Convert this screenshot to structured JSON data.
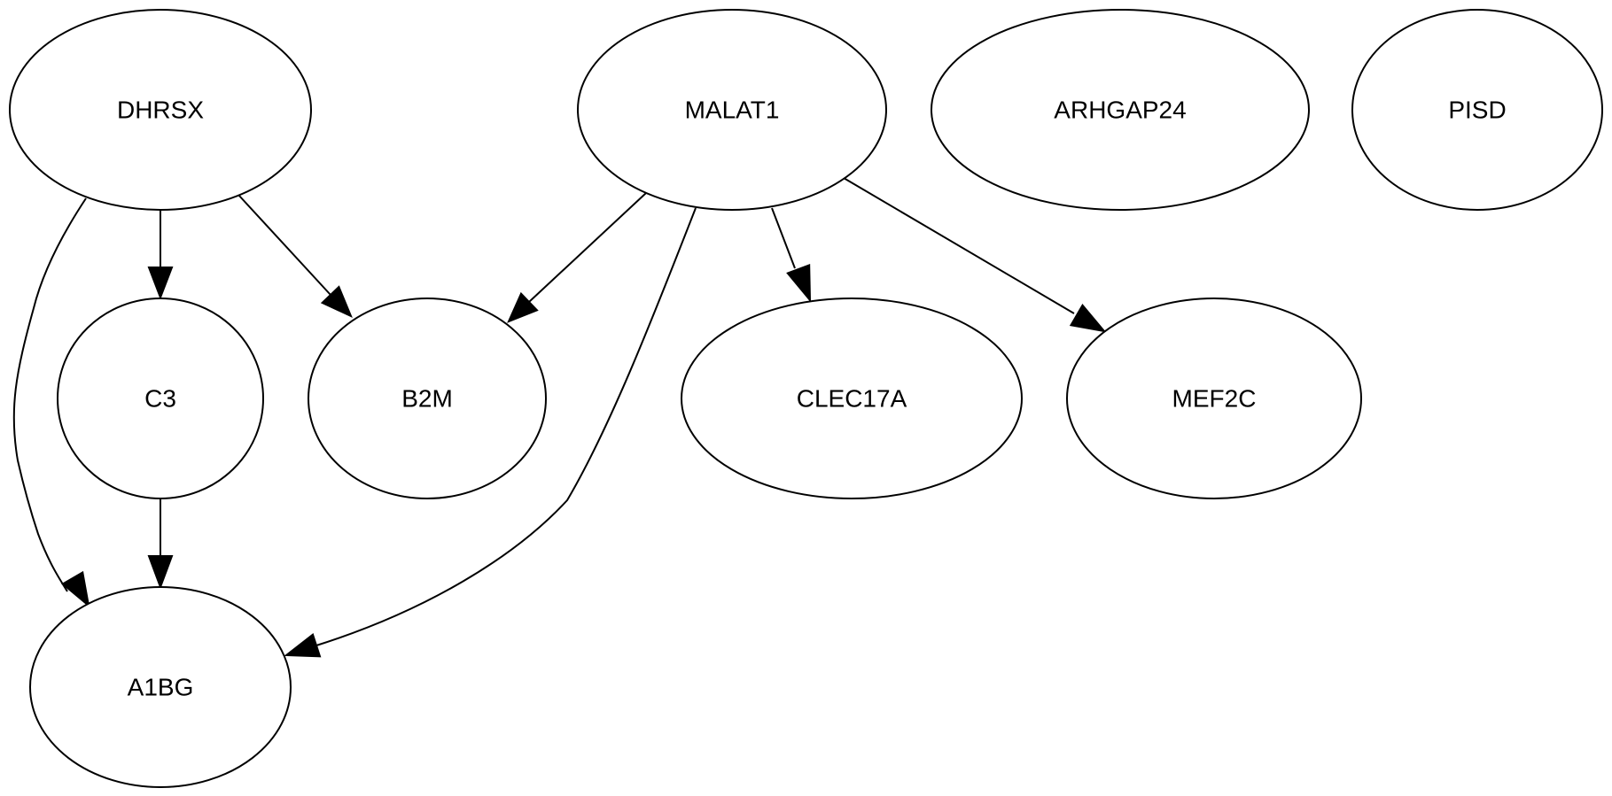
{
  "graph": {
    "type": "directed-graph",
    "nodes": [
      {
        "id": "DHRSX",
        "label": "DHRSX"
      },
      {
        "id": "MALAT1",
        "label": "MALAT1"
      },
      {
        "id": "ARHGAP24",
        "label": "ARHGAP24"
      },
      {
        "id": "PISD",
        "label": "PISD"
      },
      {
        "id": "C3",
        "label": "C3"
      },
      {
        "id": "B2M",
        "label": "B2M"
      },
      {
        "id": "CLEC17A",
        "label": "CLEC17A"
      },
      {
        "id": "MEF2C",
        "label": "MEF2C"
      },
      {
        "id": "A1BG",
        "label": "A1BG"
      }
    ],
    "edges": [
      {
        "from": "DHRSX",
        "to": "C3"
      },
      {
        "from": "DHRSX",
        "to": "B2M"
      },
      {
        "from": "DHRSX",
        "to": "A1BG"
      },
      {
        "from": "MALAT1",
        "to": "B2M"
      },
      {
        "from": "MALAT1",
        "to": "A1BG"
      },
      {
        "from": "MALAT1",
        "to": "CLEC17A"
      },
      {
        "from": "MALAT1",
        "to": "MEF2C"
      },
      {
        "from": "C3",
        "to": "A1BG"
      }
    ],
    "colors": {
      "stroke": "#000000",
      "fill": "#ffffff",
      "background": "#ffffff"
    }
  }
}
